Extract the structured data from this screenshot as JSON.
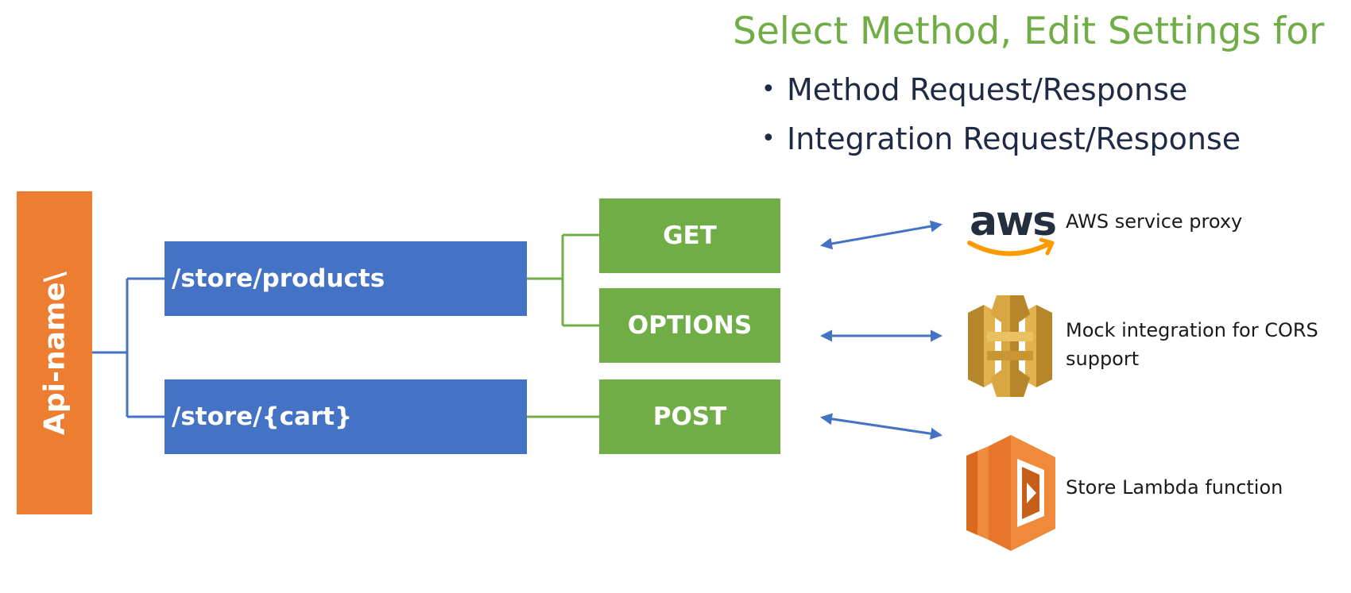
{
  "heading": "Select Method, Edit Settings for",
  "bullets": [
    "Method Request/Response",
    "Integration Request/Response"
  ],
  "api": {
    "label": "Api-name\\"
  },
  "resources": [
    {
      "path": "/store/products"
    },
    {
      "path": "/store/{cart}"
    }
  ],
  "methods": [
    {
      "label": "GET"
    },
    {
      "label": "OPTIONS"
    },
    {
      "label": "POST"
    }
  ],
  "integrations": [
    {
      "icon": "aws-logo-icon",
      "label": "AWS service proxy"
    },
    {
      "icon": "api-gateway-icon",
      "label_line1": "Mock integration for CORS",
      "label_line2": "support"
    },
    {
      "icon": "lambda-icon",
      "label": "Store Lambda function"
    }
  ],
  "colors": {
    "heading": "#70ad47",
    "api_box": "#ed7d31",
    "resource_box": "#4472c4",
    "method_box": "#70ad47",
    "arrow": "#4472c4",
    "aws_text": "#232f3e",
    "aws_smile": "#ff9900",
    "api_gateway": "#d9a741",
    "lambda": "#e7762c"
  }
}
